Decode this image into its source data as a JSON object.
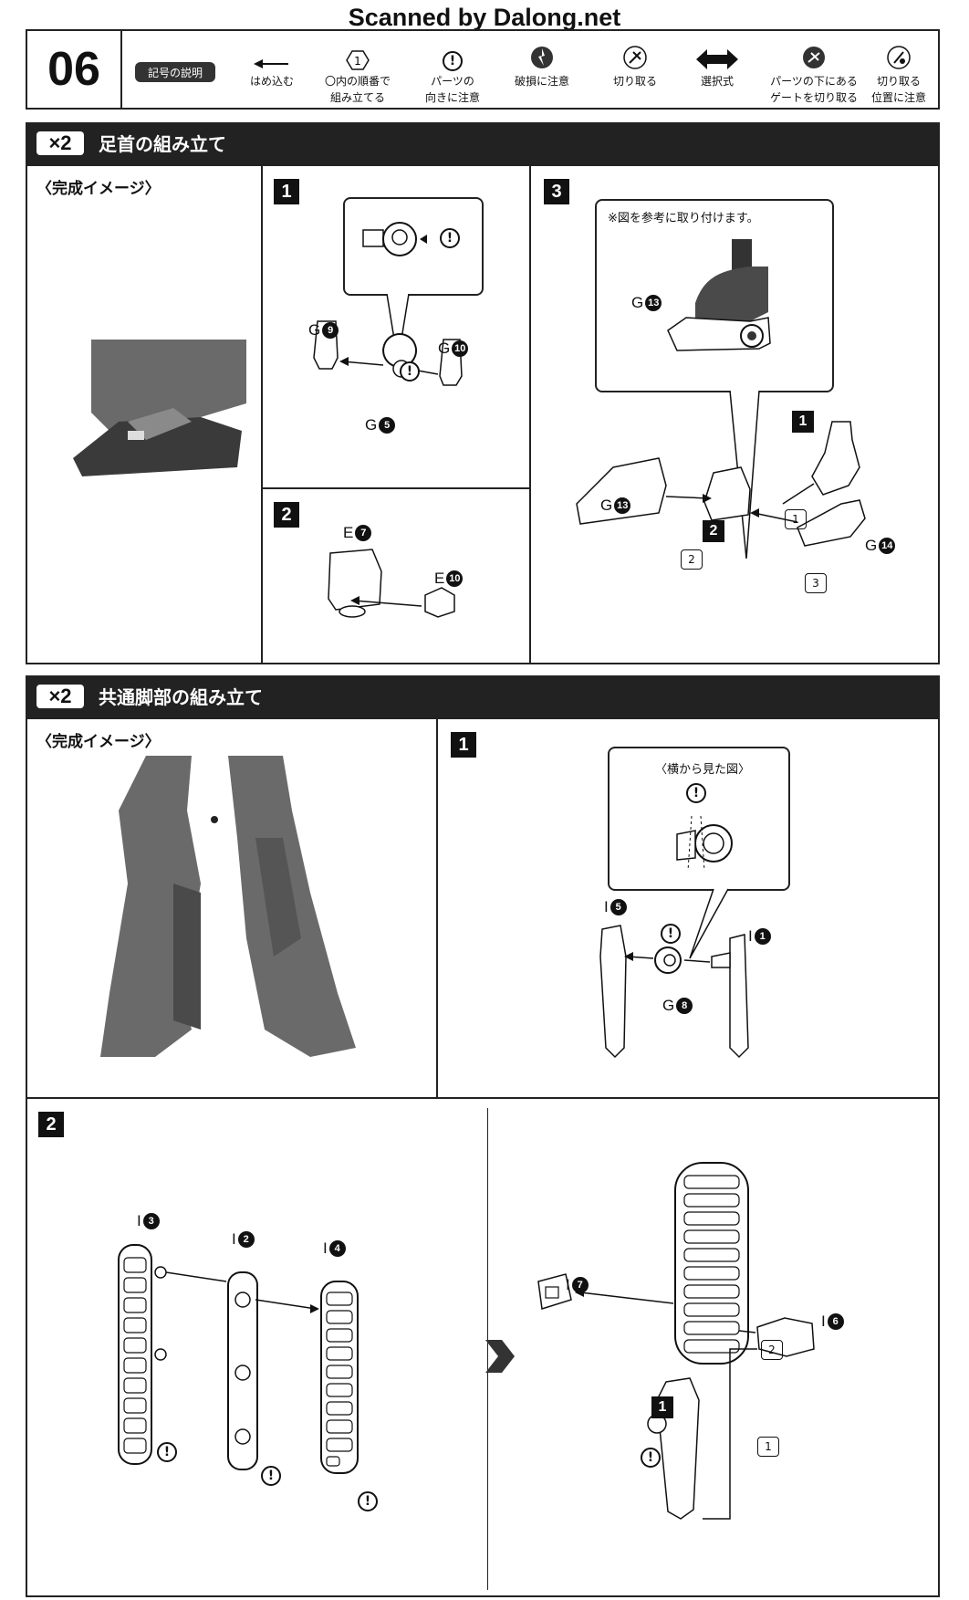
{
  "scanner_credit": "Scanned by Dalong.net",
  "step_number": "06",
  "legend": {
    "badge": "記号の説明",
    "items": [
      {
        "icon": "arrow-left-icon",
        "label": "はめ込む",
        "label2": ""
      },
      {
        "icon": "circled-one-icon",
        "label": "〇内の順番で",
        "label2": "組み立てる"
      },
      {
        "icon": "exclamation-icon",
        "label": "パーツの",
        "label2": "向きに注意"
      },
      {
        "icon": "break-warning-icon",
        "label": "破損に注意",
        "label2": ""
      },
      {
        "icon": "cut-icon",
        "label": "切り取る",
        "label2": ""
      },
      {
        "icon": "choice-arrows-icon",
        "label": "選択式",
        "label2": ""
      },
      {
        "icon": "gate-cut-icon",
        "label": "パーツの下にある",
        "label2": "ゲートを切り取る"
      },
      {
        "icon": "cut-position-icon",
        "label": "切り取る",
        "label2": "位置に注意"
      }
    ]
  },
  "section1": {
    "multiplier": "×2",
    "title": "足首の組み立て",
    "complete_image_caption": "〈完成イメージ〉",
    "step1": {
      "number": "1",
      "parts": {
        "g9": "G",
        "g9n": "9",
        "g10": "G",
        "g10n": "10",
        "g5": "G",
        "g5n": "5"
      },
      "warn": "!"
    },
    "step2": {
      "number": "2",
      "parts": {
        "e7": "E",
        "e7n": "7",
        "e10": "E",
        "e10n": "10"
      }
    },
    "step3": {
      "number": "3",
      "note": "※図を参考に取り付けます。",
      "parts": {
        "g13a": "G",
        "g13an": "13",
        "g13b": "G",
        "g13bn": "13",
        "g14": "G",
        "g14n": "14"
      },
      "sub1": "1",
      "sub2": "2",
      "order1": "1",
      "order2": "2",
      "order3": "3"
    }
  },
  "section2": {
    "multiplier": "×2",
    "title": "共通脚部の組み立て",
    "complete_image_caption": "〈完成イメージ〉",
    "step1": {
      "number": "1",
      "bubble_caption": "〈横から見た図〉",
      "parts": {
        "i5": "I",
        "i5n": "5",
        "i1": "I",
        "i1n": "1",
        "g8": "G",
        "g8n": "8"
      },
      "warn": "!"
    },
    "step2": {
      "number": "2",
      "parts": {
        "i3": "I",
        "i3n": "3",
        "i2": "I",
        "i2n": "2",
        "i4": "I",
        "i4n": "4",
        "i7": "I",
        "i7n": "7",
        "i6": "I",
        "i6n": "6"
      },
      "sub1": "1",
      "order1": "1",
      "order2": "2",
      "warn": "!"
    }
  }
}
